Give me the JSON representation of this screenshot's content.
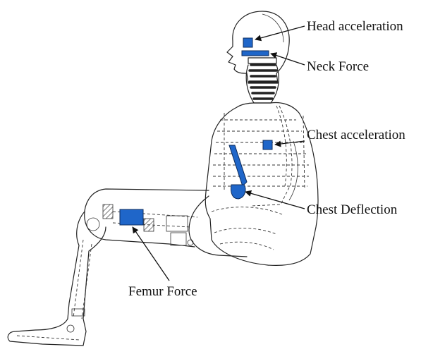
{
  "colors": {
    "sensor": "#1f66c9",
    "sensor_stroke": "#0b2a5a",
    "outline": "#222222",
    "hatch": "#555555"
  },
  "labels": {
    "head_acceleration": "Head acceleration",
    "neck_force": "Neck Force",
    "chest_acceleration": "Chest acceleration",
    "chest_deflection": "Chest Deflection",
    "femur_force": "Femur Force"
  }
}
